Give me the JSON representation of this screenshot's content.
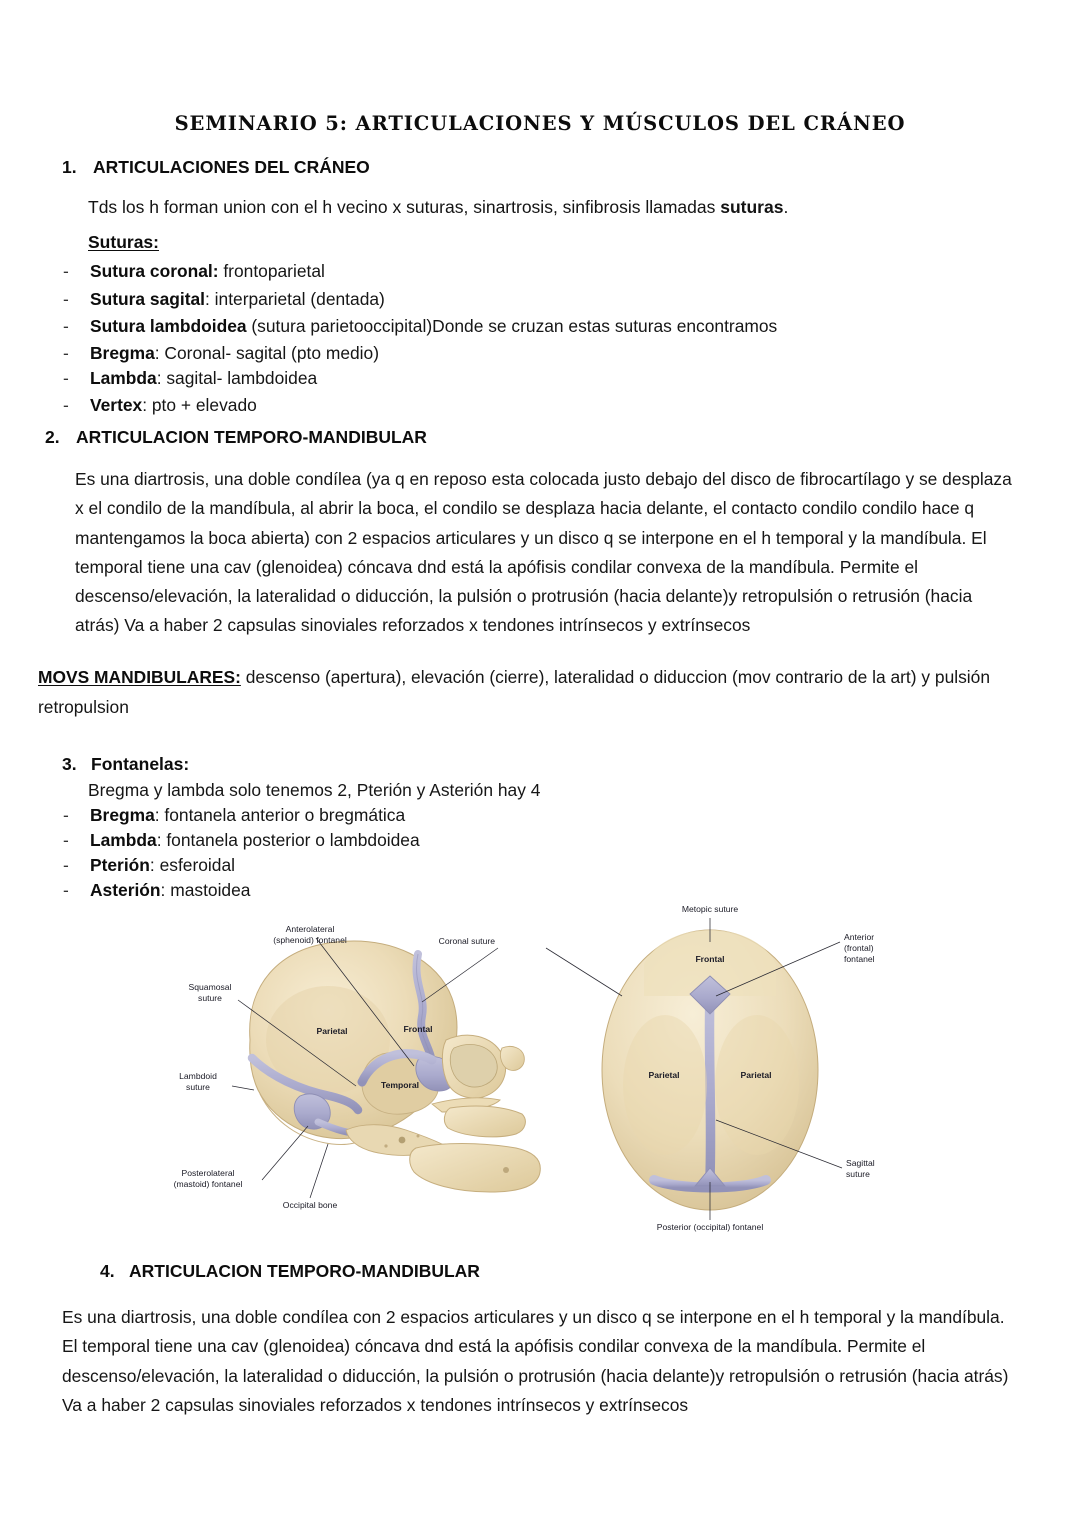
{
  "document": {
    "title": "SEMINARIO 5: ARTICULACIONES Y MÚSCULOS DEL CRÁNEO"
  },
  "sections": {
    "s1": {
      "number": "1.",
      "heading": "ARTICULACIONES DEL CRÁNEO",
      "intro_plain": "Tds los h forman union con el h vecino x suturas, sinartrosis, sinfibrosis llamadas ",
      "intro_bold": "suturas",
      "intro_tail": ".",
      "list_title": "Suturas:",
      "items": [
        {
          "term": "Sutura coronal:",
          "rest": " frontoparietal"
        },
        {
          "term": "Sutura sagital",
          "rest": ": interparietal (dentada)"
        },
        {
          "term": "Sutura lambdoidea",
          "rest": " (sutura parietooccipital)Donde se cruzan estas suturas encontramos"
        },
        {
          "term": "Bregma",
          "rest": ": Coronal- sagital (pto medio)"
        },
        {
          "term": "Lambda",
          "rest": ": sagital- lambdoidea"
        },
        {
          "term": "Vertex",
          "rest": ": pto + elevado"
        }
      ]
    },
    "s2": {
      "number": "2.",
      "heading": "ARTICULACION TEMPORO-MANDIBULAR",
      "paragraph": "Es una diartrosis, una doble condílea (ya q en reposo esta colocada justo debajo del disco de fibrocartílago y se desplaza x el condilo de la mandíbula, al abrir la boca, el condilo se desplaza hacia delante, el contacto condilo condilo hace q mantengamos la boca abierta) con 2 espacios articulares y un disco q se interpone en el h temporal y la mandíbula. El temporal tiene una cav (glenoidea) cóncava dnd está la apófisis condilar convexa de la mandíbula. Permite el descenso/elevación, la lateralidad o diducción, la pulsión o protrusión (hacia delante)y retropulsión o retrusión (hacia atrás) Va a haber 2 capsulas sinoviales reforzados x tendones intrínsecos y extrínsecos"
    },
    "movs": {
      "lead": "MOVS MANDIBULARES:",
      "rest": " descenso (apertura), elevación (cierre), lateralidad o diduccion (mov contrario de la art) y pulsión retropulsion"
    },
    "s3": {
      "number": "3.",
      "heading": "Fontanelas:",
      "subline": "Bregma y lambda solo tenemos 2, Pterión y Asterión hay 4",
      "items": [
        {
          "term": "Bregma",
          "rest": ": fontanela anterior o bregmática"
        },
        {
          "term": "Lambda",
          "rest": ": fontanela posterior o lambdoidea"
        },
        {
          "term": "Pterión",
          "rest": ": esferoidal"
        },
        {
          "term": "Asterión",
          "rest": ": mastoidea"
        }
      ]
    },
    "s4": {
      "number": "4.",
      "heading": "ARTICULACION TEMPORO-MANDIBULAR",
      "paragraph": "Es una diartrosis, una doble condílea con 2 espacios articulares y un disco q se interpone en el h temporal y la mandíbula. El temporal tiene una cav (glenoidea) cóncava dnd está la apófisis condilar convexa de la mandíbula. Permite el descenso/elevación, la lateralidad o diducción, la pulsión o protrusión (hacia delante)y retropulsión o retrusión (hacia atrás) Va a haber 2 capsulas sinoviales reforzados x tendones intrínsecos y extrínsecos"
    }
  },
  "figure": {
    "colors": {
      "bone_light": "#f0e3c2",
      "bone_mid": "#e3d2a8",
      "bone_shadow": "#cdb98c",
      "suture": "#b0b0cf",
      "suture_dark": "#9494ba",
      "leader": "#2a2a33"
    },
    "lateral_view": {
      "bone_labels": [
        "Parietal",
        "Frontal",
        "Temporal"
      ],
      "callouts": [
        "Anterolateral",
        "(sphenoid) fontanel",
        "Squamosal",
        "suture",
        "Lambdoid",
        "suture",
        "Posterolateral",
        "(mastoid) fontanel",
        "Occipital bone",
        "Coronal suture"
      ]
    },
    "superior_view": {
      "bone_labels": [
        "Frontal",
        "Parietal",
        "Parietal"
      ],
      "callouts": [
        "Metopic suture",
        "Anterior",
        "(frontal)",
        "fontanel",
        "Sagittal",
        "suture",
        "Posterior (occipital) fontanel"
      ]
    }
  }
}
